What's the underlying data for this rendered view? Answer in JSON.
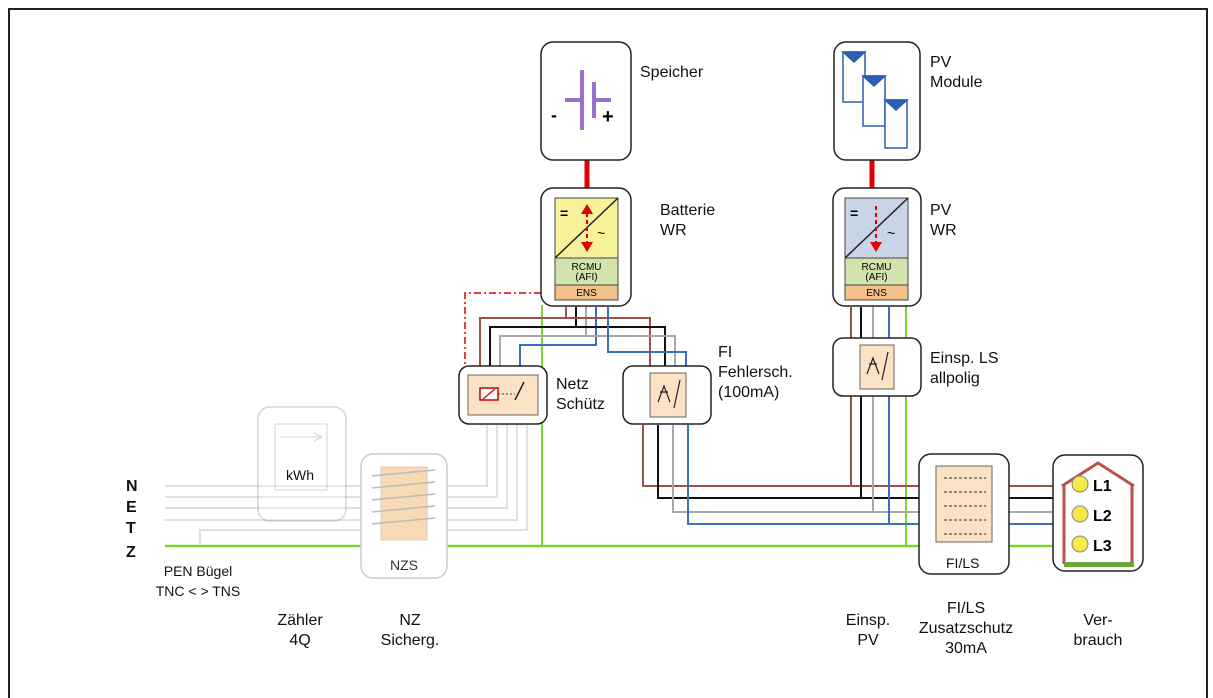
{
  "labels": {
    "speicher": "Speicher",
    "pv_module": "PV\nModule",
    "batterie_wr": "Batterie\nWR",
    "pv_wr": "PV\nWR",
    "fi": "FI\nFehlersch.\n(100mA)",
    "netz_schuetz": "Netz\nSchütz",
    "einsp_ls": "Einsp. LS\nallpolig",
    "kwh": "kWh",
    "nzs": "NZS",
    "fi_ls_box": "FI/LS",
    "pen": "PEN Bügel\nTNC < > TNS",
    "zaehler": "Zähler\n4Q",
    "nz_sicherg": "NZ\nSicherg.",
    "einsp_pv": "Einsp.\nPV",
    "fi_ls_zusatz": "FI/LS\nZusatzschutz\n30mA",
    "verbrauch": "Ver-\nbrauch",
    "rcmu_afi": "RCMU\n(AFI)",
    "ens": "ENS",
    "eq": "=",
    "ac": "~",
    "minus": "-",
    "plus": "+",
    "l1": "L1",
    "l2": "L2",
    "l3": "L3"
  },
  "netz_letters": [
    "N",
    "E",
    "T",
    "Z"
  ],
  "colors": {
    "l1": "#a0504a",
    "l2": "#111111",
    "l3": "#a8a8a8",
    "n": "#3a6fc4",
    "pe": "#7bd330",
    "dc": "#e00000",
    "batt_wr_fill": "#f7f29a",
    "pv_wr_fill": "#c9d4e6",
    "rcmu_fill": "#d3e3ae",
    "ens_fill": "#f3c08a",
    "device_fill": "#fbe2c4",
    "battery_symbol": "#9b6fcf",
    "pv_panel": "#2a5fb2"
  }
}
